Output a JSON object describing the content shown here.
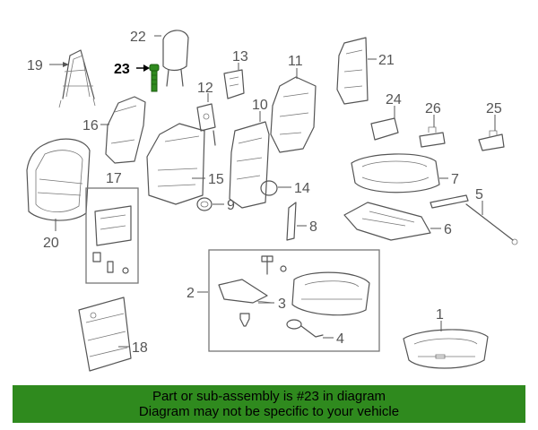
{
  "callouts": [
    "1",
    "2",
    "3",
    "4",
    "5",
    "6",
    "7",
    "8",
    "9",
    "10",
    "11",
    "12",
    "13",
    "14",
    "15",
    "16",
    "17",
    "18",
    "19",
    "20",
    "21",
    "22",
    "23",
    "24",
    "25",
    "26"
  ],
  "highlight_callout": "23",
  "colors": {
    "banner": "#2f8a1e",
    "line_art": "#555555",
    "highlight_part": "#2f8a1e",
    "highlight_text": "#000000"
  },
  "banner": {
    "line1": "Part or sub-assembly is #23 in diagram",
    "line2": "Diagram may not be specific to your vehicle"
  }
}
